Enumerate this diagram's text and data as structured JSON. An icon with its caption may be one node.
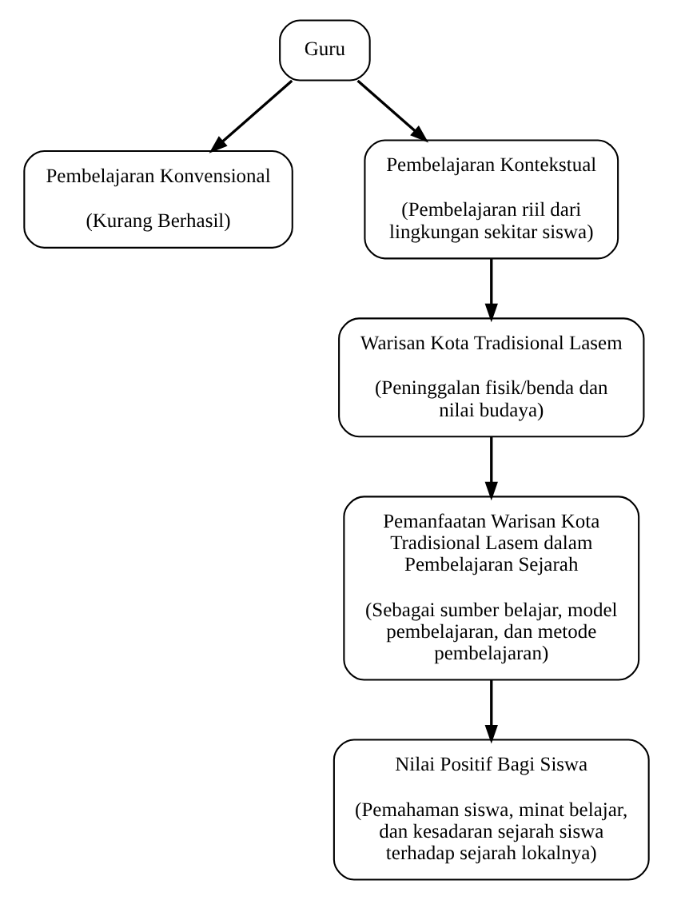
{
  "diagram": {
    "nodes": [
      {
        "text": [
          "Guru"
        ]
      },
      {
        "text": [
          "Pembelajaran Konvensional",
          "(Kurang Berhasil)"
        ]
      },
      {
        "text": [
          "Pembelajaran Kontekstual",
          "(Pembelajaran riil dari lingkungan sekitar siswa)"
        ]
      },
      {
        "text": [
          "Warisan Kota Tradisional Lasem",
          "(Peninggalan fisik/benda dan nilai budaya)"
        ]
      },
      {
        "text": [
          "Pemanfaatan Warisan Kota Tradisional Lasem dalam Pembelajaran Sejarah",
          "(Sebagai sumber belajar, model pembelajaran, dan metode pembelajaran)"
        ]
      },
      {
        "text": [
          "Nilai Positif Bagi Siswa",
          "(Pemahaman siswa, minat belajar, dan kesadaran sejarah siswa terhadap sejarah lokalnya)"
        ]
      }
    ],
    "edges": [
      {
        "from": 0,
        "to": 1,
        "arrow": "to"
      },
      {
        "from": 0,
        "to": 2,
        "arrow": "to"
      },
      {
        "from": 2,
        "to": 3,
        "arrow": "to"
      },
      {
        "from": 3,
        "to": 4,
        "arrow": "to"
      },
      {
        "from": 4,
        "to": 5,
        "arrow": "to"
      }
    ]
  }
}
